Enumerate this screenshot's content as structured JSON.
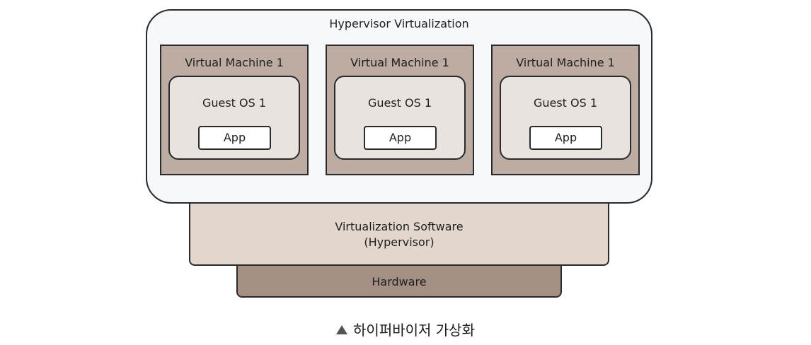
{
  "diagram": {
    "outer_title": "Hypervisor Virtualization",
    "virtual_machines": [
      {
        "title": "Virtual Machine 1",
        "guest_os": "Guest OS 1",
        "app": "App"
      },
      {
        "title": "Virtual Machine 1",
        "guest_os": "Guest OS 1",
        "app": "App"
      },
      {
        "title": "Virtual Machine 1",
        "guest_os": "Guest OS 1",
        "app": "App"
      }
    ],
    "hypervisor_layer": {
      "line1": "Virtualization Software",
      "line2": "(Hypervisor)"
    },
    "hardware_layer": "Hardware"
  },
  "caption": {
    "marker_icon": "triangle-up-icon",
    "text": "하이퍼바이저 가상화"
  },
  "colors": {
    "outer_box": "#f5f9fb",
    "vm_box": "#bcaca2",
    "guest_os_box": "#e8e3df",
    "app_box": "#ffffff",
    "hypervisor_layer": "#e2d6cd",
    "hardware_layer": "#a38f84",
    "border": "#2a2a2a"
  }
}
